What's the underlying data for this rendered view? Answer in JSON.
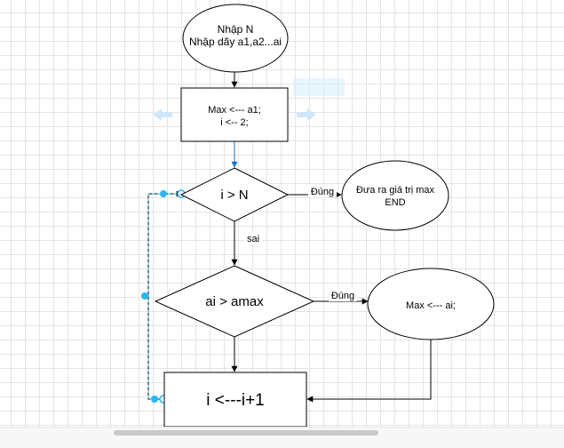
{
  "nodes": {
    "start_line1": "Nhập N",
    "start_line2": "Nhập dãy a1,a2...ai",
    "init_line1": "Max <--- a1;",
    "init_line2": "i <-- 2;",
    "cond1": "i > N",
    "output_line1": "Đưa ra giá trị max",
    "output_line2": "END",
    "cond2": "ai > amax",
    "assign_max": "Max <--- ai;",
    "increment": "i <---i+1"
  },
  "edges": {
    "cond1_true": "Đúng",
    "cond1_false": "sai",
    "cond2_true": "Đúng"
  },
  "colors": {
    "selection": "#29b6f2",
    "hint": "#dbeefb",
    "grid": "#e4e4e4"
  }
}
